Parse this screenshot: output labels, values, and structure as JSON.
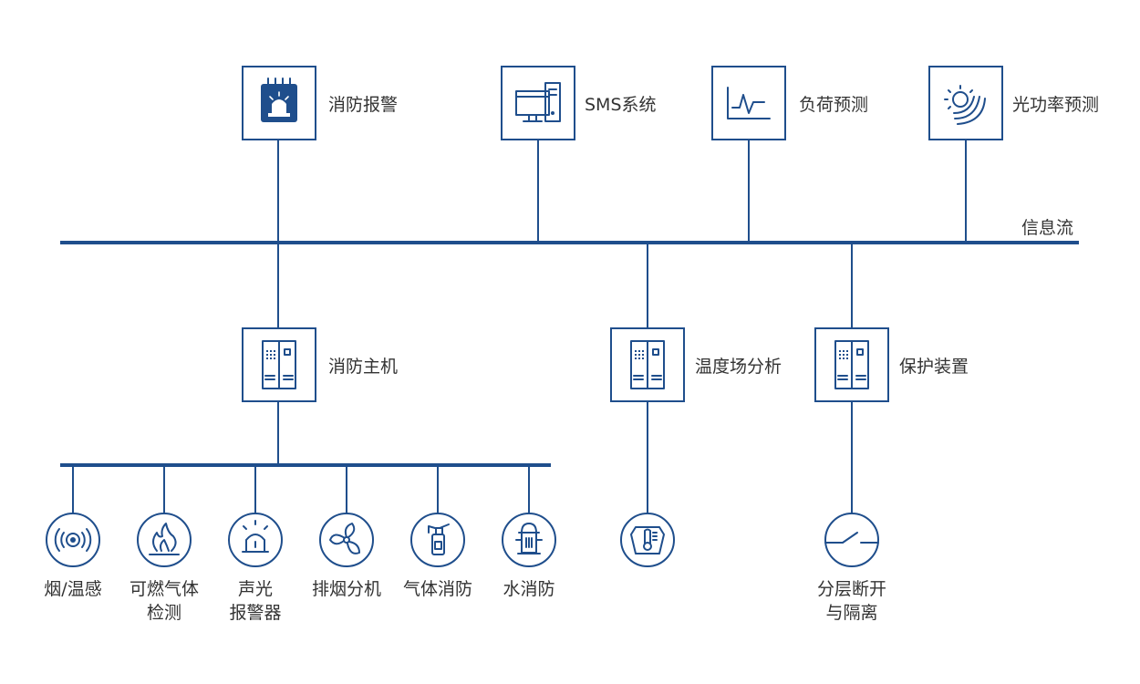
{
  "top_nodes": [
    {
      "id": "fire-alarm",
      "label": "消防报警",
      "icon": "siren-icon"
    },
    {
      "id": "sms",
      "label": "SMS系统",
      "icon": "computer-icon"
    },
    {
      "id": "load-forecast",
      "label": "负荷预测",
      "icon": "line-chart-icon"
    },
    {
      "id": "pv-forecast",
      "label": "光功率预测",
      "icon": "sun-icon"
    }
  ],
  "info_flow_label": "信息流",
  "mid_nodes": [
    {
      "id": "fire-host",
      "label": "消防主机",
      "icon": "cabinet-icon"
    },
    {
      "id": "temp-analysis",
      "label": "温度场分析",
      "icon": "cabinet-icon"
    },
    {
      "id": "protection",
      "label": "保护装置",
      "icon": "cabinet-icon"
    }
  ],
  "devices": [
    {
      "id": "smoke",
      "lines": [
        "烟/温感"
      ],
      "icon": "smoke-sensor-icon"
    },
    {
      "id": "gas-detect",
      "lines": [
        "可燃气体",
        "检测"
      ],
      "icon": "flame-icon"
    },
    {
      "id": "sound-light",
      "lines": [
        "声光",
        "报警器"
      ],
      "icon": "alarm-light-icon"
    },
    {
      "id": "exhaust",
      "lines": [
        "排烟分机"
      ],
      "icon": "fan-icon"
    },
    {
      "id": "gas-fire",
      "lines": [
        "气体消防"
      ],
      "icon": "extinguisher-icon"
    },
    {
      "id": "water-fire",
      "lines": [
        "水消防"
      ],
      "icon": "hydrant-icon"
    },
    {
      "id": "thermometer",
      "lines": [],
      "icon": "thermometer-icon"
    },
    {
      "id": "isolation",
      "lines": [
        "分层断开",
        "与隔离"
      ],
      "icon": "switch-icon"
    }
  ],
  "colors": {
    "accent": "#1f4e8c",
    "text": "#333333"
  }
}
